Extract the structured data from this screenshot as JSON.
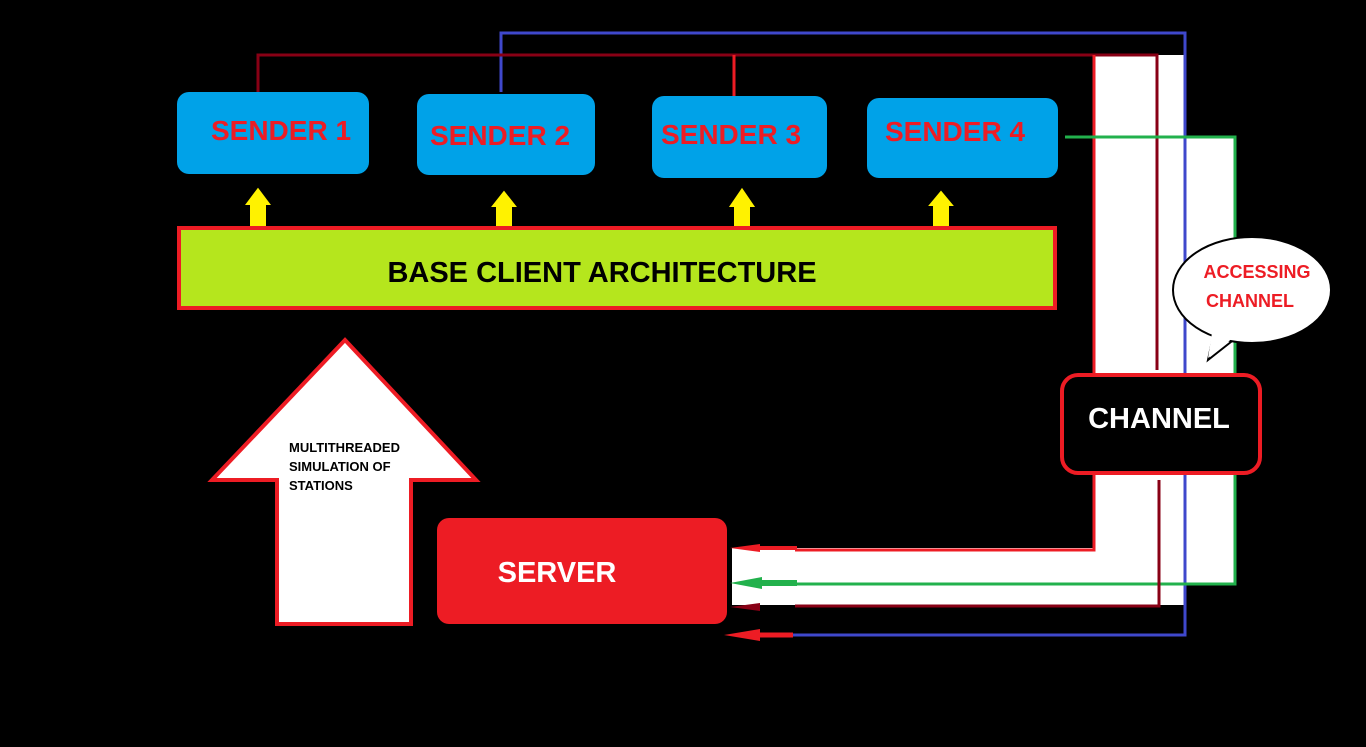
{
  "senders": [
    {
      "label": "SENDER 1"
    },
    {
      "label": "SENDER 2"
    },
    {
      "label": "SENDER 3"
    },
    {
      "label": "SENDER 4"
    }
  ],
  "base": {
    "label": "BASE CLIENT ARCHITECTURE"
  },
  "arrow": {
    "lines": [
      "MULTITHREADED",
      "SIMULATION OF",
      "STATIONS"
    ]
  },
  "server": {
    "label": "SERVER"
  },
  "channel": {
    "label": "CHANNEL"
  },
  "callout": {
    "lines": [
      "ACCESSING",
      "CHANNEL"
    ]
  },
  "colors": {
    "background": "#000000",
    "sender_fill": "#00a2e8",
    "sender_text": "#ed1c24",
    "base_fill": "#b5e61d",
    "base_border": "#ed1c24",
    "up_arrow_fill": "#fff200",
    "server_fill": "#ed1c24",
    "channel_fill": "#000000",
    "channel_border": "#ed1c24",
    "path_red": "#ed1c24",
    "path_darkred": "#880015",
    "path_blue": "#3f48cc",
    "path_green": "#22b14c",
    "corridor": "#ffffff"
  }
}
